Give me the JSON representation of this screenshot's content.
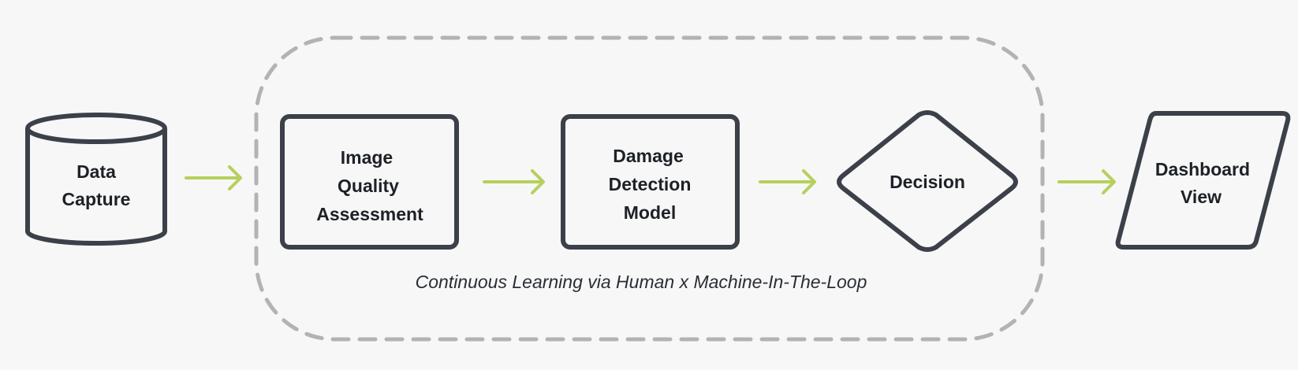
{
  "diagram": {
    "colors": {
      "background": "#f7f7f7",
      "node_stroke": "#3b4049",
      "arrow": "#b5d05c",
      "loop_border": "#b3b3b3",
      "text": "#1d2127"
    },
    "nodes": {
      "data_capture": {
        "line1": "Data",
        "line2": "Capture",
        "shape": "cylinder"
      },
      "image_quality": {
        "line1": "Image",
        "line2": "Quality",
        "line3": "Assessment",
        "shape": "rectangle"
      },
      "damage_detection": {
        "line1": "Damage",
        "line2": "Detection",
        "line3": "Model",
        "shape": "rectangle"
      },
      "decision": {
        "line1": "Decision",
        "shape": "diamond"
      },
      "dashboard": {
        "line1": "Dashboard",
        "line2": "View",
        "shape": "parallelogram"
      }
    },
    "loop": {
      "caption": "Continuous Learning via Human x Machine-In-The-Loop",
      "border_style": "dashed"
    }
  }
}
